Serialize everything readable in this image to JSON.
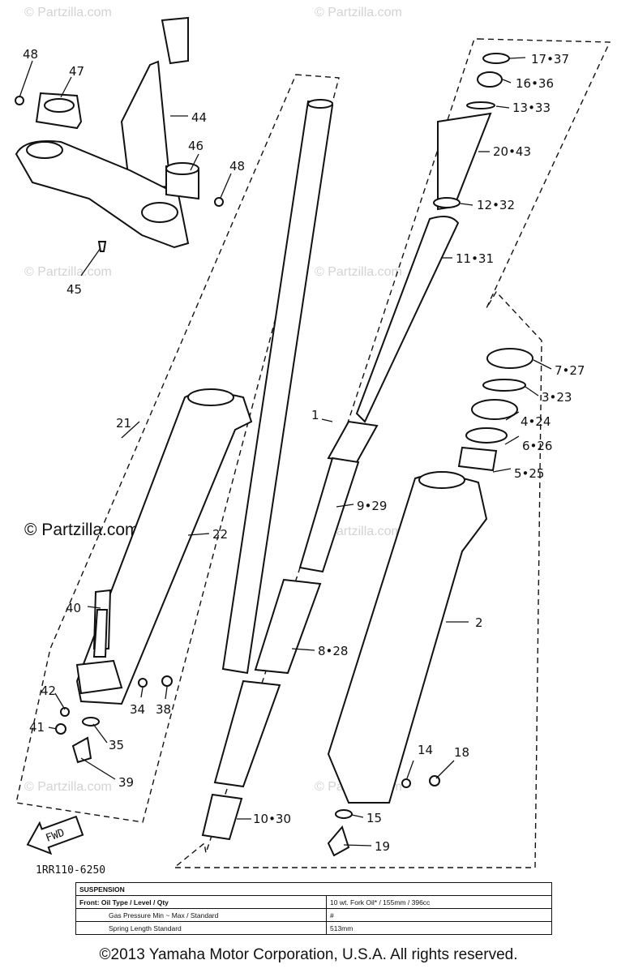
{
  "watermarks": {
    "small": "© Partzilla.com",
    "large": "© Partzilla.com"
  },
  "diagram_code": "1RR110-6250",
  "fwd_label": "FWD",
  "callouts": {
    "c1": "1",
    "c2": "2",
    "c3": "3•23",
    "c4": "4•24",
    "c5": "5•25",
    "c6": "6•26",
    "c7": "7•27",
    "c8": "8•28",
    "c9": "9•29",
    "c10": "10•30",
    "c11": "11•31",
    "c12": "12•32",
    "c13": "13•33",
    "c14": "14",
    "c15": "15",
    "c16": "16•36",
    "c17": "17•37",
    "c18": "18",
    "c19": "19",
    "c20": "20•43",
    "c21": "21",
    "c22": "22",
    "c34": "34",
    "c35": "35",
    "c38": "38",
    "c39": "39",
    "c40": "40",
    "c41": "41",
    "c42": "42",
    "c44": "44",
    "c45": "45",
    "c46": "46",
    "c47": "47",
    "c48a": "48",
    "c48b": "48"
  },
  "spec_table": {
    "header": "SUSPENSION",
    "rows": [
      {
        "label": "Front: Oil Type / Level / Qty",
        "value": "10 wt. Fork Oil* / 155mm / 396cc"
      },
      {
        "label": "Gas Pressure Min ~ Max / Standard",
        "value": "#"
      },
      {
        "label": "Spring Length Standard",
        "value": "513mm"
      }
    ]
  },
  "footer": "©2013 Yamaha Motor Corporation, U.S.A. All rights reserved."
}
